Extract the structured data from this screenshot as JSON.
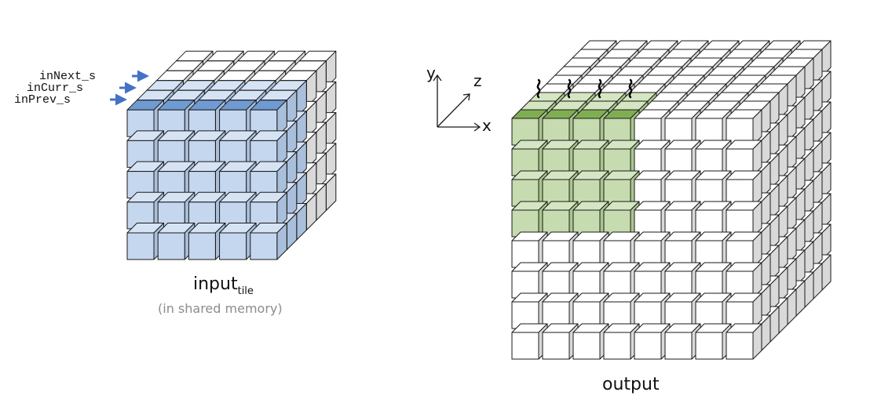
{
  "input_tile": {
    "caption": "input",
    "caption_subscript": "tile",
    "note": "(in shared memory)",
    "plane_labels": {
      "next": "inNext_s",
      "curr": "inCurr_s",
      "prev": "inPrev_s"
    },
    "columns": 5,
    "rows": 5,
    "depth": 6,
    "colors": {
      "cube_fill": "#c5d7ee",
      "cube_top": "#d6e3f4",
      "cube_side": "#a9bfdc",
      "highlight_top": "#6f9bd2",
      "back_fill": "#ffffff",
      "back_side": "#d9d9d9",
      "arrow": "#4472c4"
    }
  },
  "output": {
    "caption": "output",
    "columns": 8,
    "rows": 8,
    "depth": 9,
    "active_columns": 4,
    "active_rows": 4,
    "active_planes": 3,
    "colors": {
      "cube_fill": "#ffffff",
      "cube_side": "#d9d9d9",
      "active_fill": "#c6dcb0",
      "active_top": "#d4e6c2",
      "active_side": "#aac78d",
      "active_front_top": "#7fae52",
      "thread": "#000000"
    }
  },
  "axes": {
    "x": "x",
    "y": "y",
    "z": "z"
  },
  "note_color": "#8c8c8c",
  "stroke_color": "#1a1a1a"
}
